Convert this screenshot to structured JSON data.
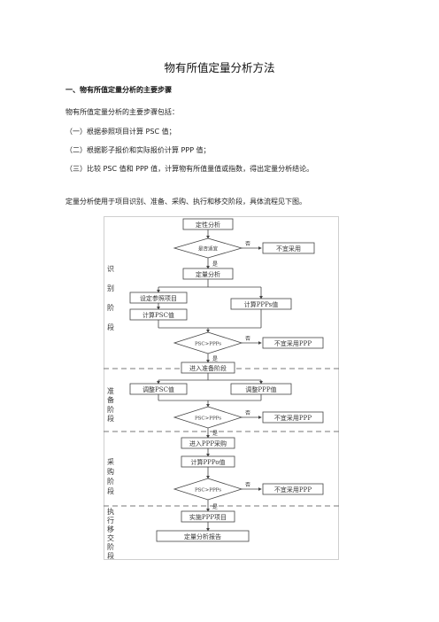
{
  "doc": {
    "title": "物有所值定量分析方法",
    "heading1": "一、物有所值定量分析的主要步骤",
    "intro": "物有所值定量分析的主要步骤包括：",
    "step1": "（一）根据参照项目计算 PSC 值；",
    "step2": "（二）根据影子报价和实际报价计算 PPP 值；",
    "step3": "（三）比较 PSC 值和 PPP 值，计算物有所值量值或指数，得出定量分析结论。",
    "flow_intro": "定量分析使用于项目识别、准备、采购、执行和移交阶段，具体流程见下图。"
  },
  "flowchart": {
    "phases": {
      "identify": [
        "识",
        "别",
        "阶",
        "段"
      ],
      "prepare": [
        "准",
        "备",
        "阶",
        "段"
      ],
      "procure": [
        "采",
        "购",
        "阶",
        "段"
      ],
      "execute": [
        "执",
        "行",
        "移",
        "交",
        "阶",
        "段"
      ]
    },
    "nodes": {
      "qualitative": "定性分析",
      "suitable": "是否适宜",
      "not_adopt": "不宜采用",
      "quantitative": "定量分析",
      "set_reference": "设定参照项目",
      "calc_psc": "计算PSC值",
      "calc_ppps": "计算PPPs值",
      "cmp1": "PSC>PPPs",
      "not_ppp1": "不宜采用PPP",
      "enter_prepare": "进入准备阶段",
      "adjust_psc": "调整PSC值",
      "adjust_ppp": "调整PPP值",
      "cmp2": "PSC>PPPs",
      "not_ppp2": "不宜采用PPP",
      "enter_procure": "进入PPP采购",
      "calc_pppo": "计算PPPo值",
      "cmp3": "PSC>PPPs",
      "not_ppp3": "不宜采用PPP",
      "implement": "实施PPP项目",
      "report": "定量分析报告"
    },
    "labels": {
      "yes": "是",
      "no": "否"
    }
  }
}
